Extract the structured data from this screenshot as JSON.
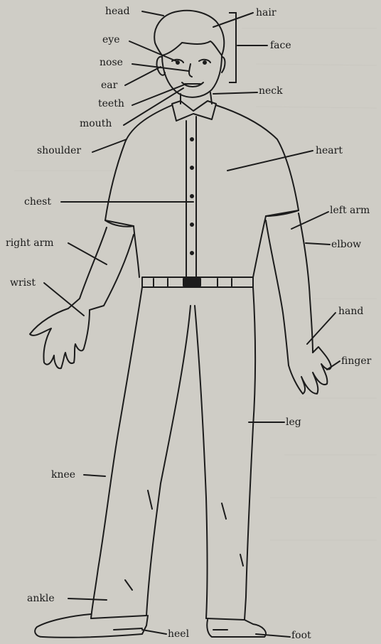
{
  "diagram": {
    "labels": {
      "head": "head",
      "hair": "hair",
      "eye": "eye",
      "face": "face",
      "nose": "nose",
      "ear": "ear",
      "teeth": "teeth",
      "neck": "neck",
      "mouth": "mouth",
      "shoulder": "shoulder",
      "heart": "heart",
      "chest": "chest",
      "left_arm": "left arm",
      "right_arm": "right arm",
      "elbow": "elbow",
      "wrist": "wrist",
      "hand": "hand",
      "finger": "finger",
      "leg": "leg",
      "knee": "knee",
      "ankle": "ankle",
      "heel": "heel",
      "foot": "foot"
    }
  }
}
